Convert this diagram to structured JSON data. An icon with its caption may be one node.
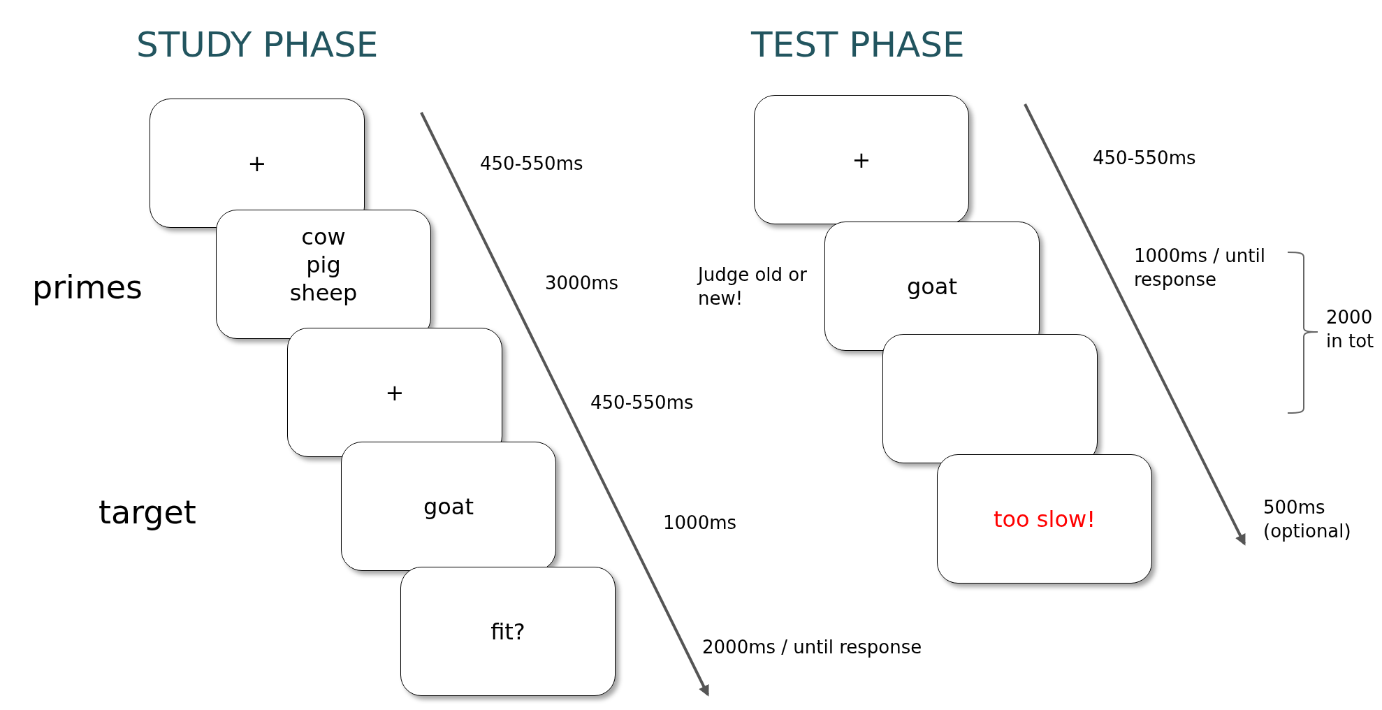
{
  "diagram": {
    "nodes": [
      {
        "text": [
          "+"
        ]
      },
      {
        "text": [
          "cow pig sheep"
        ]
      },
      {
        "text": [
          "+"
        ]
      },
      {
        "text": [
          "goat"
        ]
      },
      {
        "text": [
          "fit?"
        ]
      },
      {
        "text": [
          "+"
        ]
      },
      {
        "text": [
          "goat"
        ]
      },
      {
        "text": [],
        "shape": "box"
      },
      {
        "text": [
          "too slow!"
        ]
      }
    ],
    "edges": [],
    "labels": [
      "STUDY PHASE",
      "TEST PHASE",
      "450-550ms",
      "3000ms",
      "450-550ms",
      "1000ms",
      "2000ms / until response",
      "primes",
      "target",
      "450-550ms",
      "1000ms / until response",
      "Judge old or new!",
      "2000 in tot",
      "500ms (optional)"
    ]
  }
}
